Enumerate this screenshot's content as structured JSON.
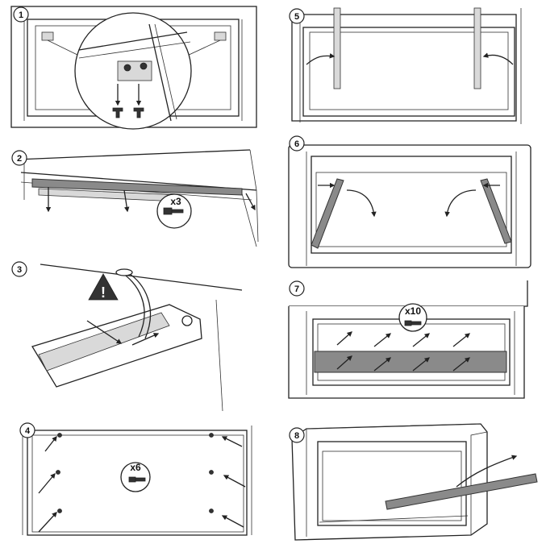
{
  "steps": [
    {
      "number": "1",
      "multiplier": ""
    },
    {
      "number": "2",
      "multiplier": "x3"
    },
    {
      "number": "3",
      "multiplier": ""
    },
    {
      "number": "4",
      "multiplier": "x6"
    },
    {
      "number": "5",
      "multiplier": ""
    },
    {
      "number": "6",
      "multiplier": ""
    },
    {
      "number": "7",
      "multiplier": "x10"
    },
    {
      "number": "8",
      "multiplier": ""
    }
  ],
  "warning_symbol": "!"
}
